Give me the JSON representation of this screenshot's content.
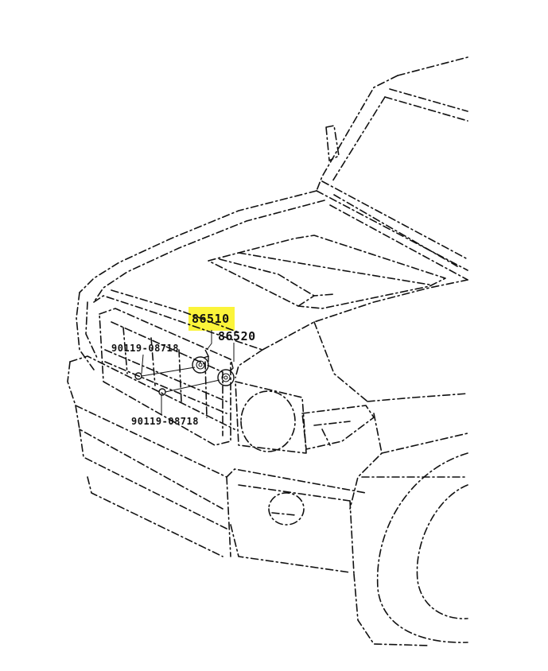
{
  "parts": {
    "horn_high": "86510",
    "horn_low": "86520",
    "bolt_upper": "90119-08718",
    "bolt_lower": "90119-08718"
  },
  "colors": {
    "highlight": "#fbf43a",
    "line": "#111111"
  }
}
